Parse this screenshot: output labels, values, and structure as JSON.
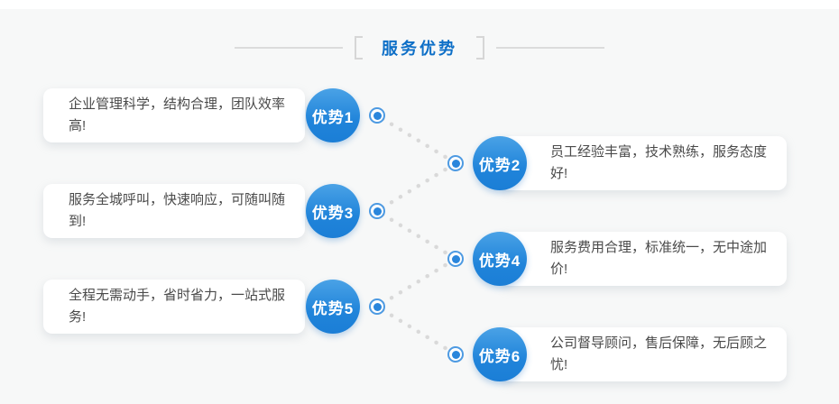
{
  "title": {
    "text": "服务优势"
  },
  "advantages": [
    {
      "label": "优势1",
      "text": "企业管理科学，结构合理，团队效率高!",
      "side": "left"
    },
    {
      "label": "优势2",
      "text": "员工经验丰富，技术熟练，服务态度好!",
      "side": "right"
    },
    {
      "label": "优势3",
      "text": "服务全城呼叫，快速响应，可随叫随到!",
      "side": "left"
    },
    {
      "label": "优势4",
      "text": "服务费用合理，标准统一，无中途加价!",
      "side": "right"
    },
    {
      "label": "优势5",
      "text": "全程无需动手，省时省力，一站式服务!",
      "side": "left"
    },
    {
      "label": "优势6",
      "text": "公司督导顾问，售后保障，无后顾之忧!",
      "side": "right"
    }
  ],
  "colors": {
    "accent_blue": "#0d6fc7",
    "badge_gradient_top": "#4aa2e6",
    "badge_gradient_bottom": "#1b7ed6",
    "node_blue": "#2a86dc",
    "dot_gray": "#d9d9d9",
    "line_gray": "#dcdcdc",
    "text_gray": "#4a4a4a",
    "panel_bg": "#f7f8f8",
    "card_bg": "#ffffff"
  }
}
